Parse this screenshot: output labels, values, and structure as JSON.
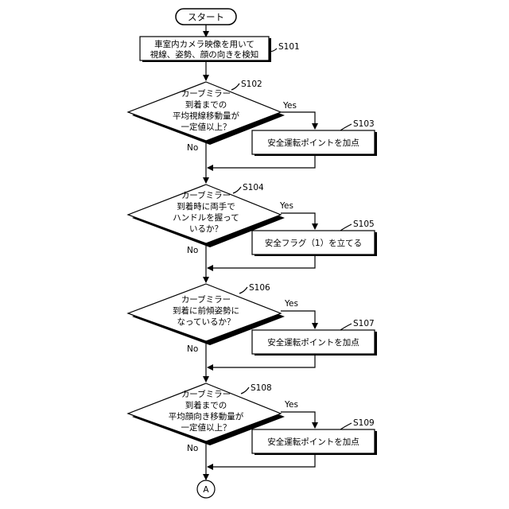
{
  "start": "スタート",
  "s101": {
    "label": "S101",
    "lines": [
      "車室内カメラ映像を用いて",
      "視線、姿勢、顔の向きを検知"
    ]
  },
  "d1": {
    "label": "S102",
    "lines": [
      "カーブミラー",
      "到着までの",
      "平均視線移動量が",
      "一定値以上？"
    ],
    "yes": "Yes",
    "no": "No"
  },
  "p1": {
    "label": "S103",
    "text": "安全運転ポイントを加点"
  },
  "d2": {
    "label": "S104",
    "lines": [
      "カーブミラー",
      "到着時に両手で",
      "ハンドルを握って",
      "いるか？"
    ],
    "yes": "Yes",
    "no": "No"
  },
  "p2": {
    "label": "S105",
    "text": "安全フラグ（1）を立てる"
  },
  "d3": {
    "label": "S106",
    "lines": [
      "カーブミラー",
      "到着に前傾姿勢に",
      "なっているか？"
    ],
    "yes": "Yes",
    "no": "No"
  },
  "p3": {
    "label": "S107",
    "text": "安全運転ポイントを加点"
  },
  "d4": {
    "label": "S108",
    "lines": [
      "カーブミラー",
      "到着までの",
      "平均顔向き移動量が",
      "一定値以上？"
    ],
    "yes": "Yes",
    "no": "No"
  },
  "p4": {
    "label": "S109",
    "text": "安全運転ポイントを加点"
  },
  "connector": "A"
}
